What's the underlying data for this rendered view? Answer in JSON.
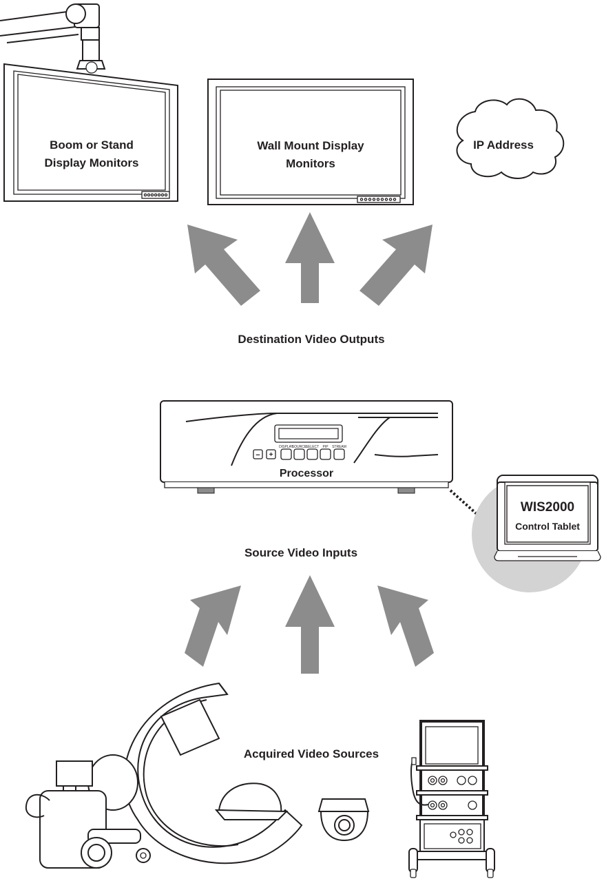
{
  "labels": {
    "boom_line1": "Boom or Stand",
    "boom_line2": "Display Monitors",
    "wall_line1": "Wall Mount Display",
    "wall_line2": "Monitors",
    "ip": "IP Address",
    "destination": "Destination Video Outputs",
    "processor": "Processor",
    "source": "Source Video Inputs",
    "tablet_line1": "WIS2000",
    "tablet_line2": "Control Tablet",
    "acquired": "Acquired Video Sources"
  },
  "processor_panel": {
    "minus": "−",
    "plus": "+",
    "btn_display": "DISPLAY",
    "btn_source": "SOURCE",
    "btn_select": "SELECT",
    "btn_pip": "PIP",
    "btn_stream": "STREAM"
  },
  "colors": {
    "arrow": "#8c8c8c",
    "tablet_circle": "#d3d3d3",
    "line": "#231f20"
  },
  "icons": [
    "boom-monitor-icon",
    "wall-monitor-icon",
    "cloud-icon",
    "processor-icon",
    "tablet-icon",
    "c-arm-icon",
    "dome-camera-icon",
    "endoscopy-tower-icon"
  ]
}
